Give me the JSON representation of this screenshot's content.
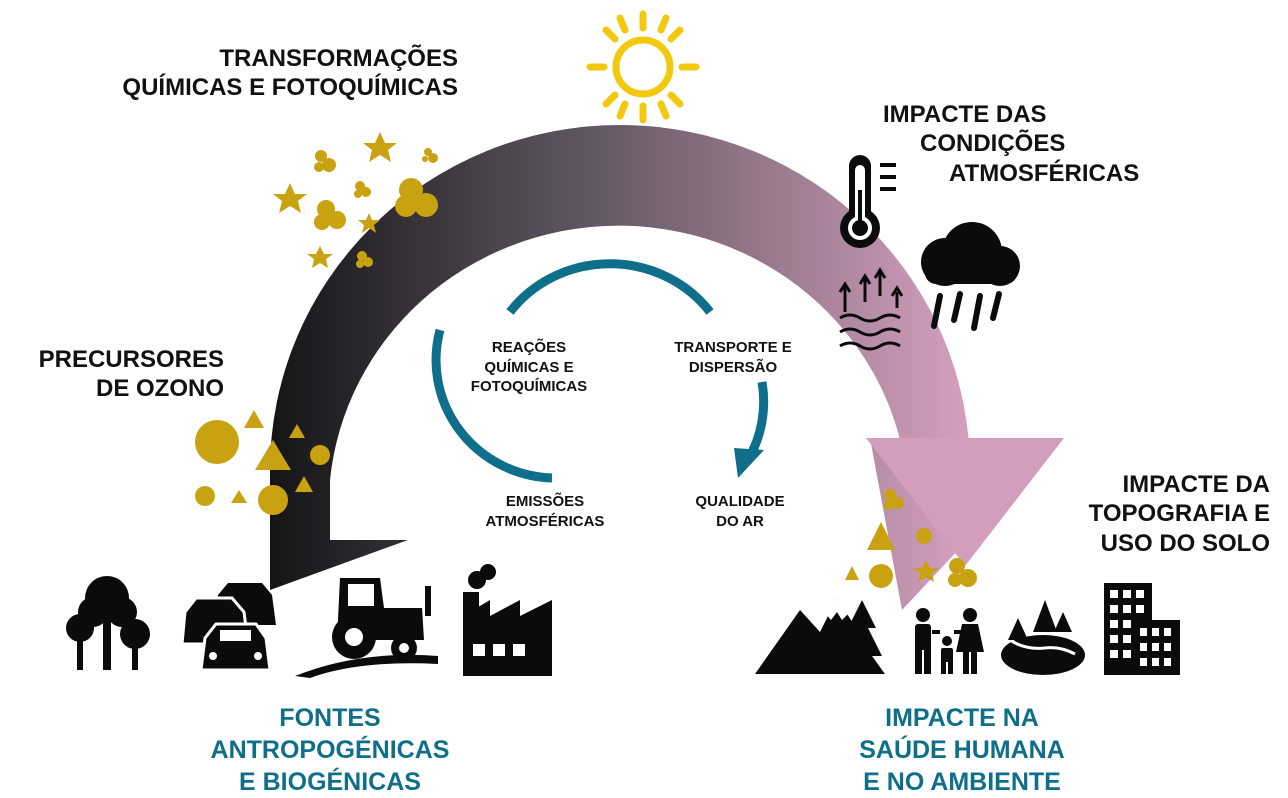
{
  "labels": {
    "transformacoes": [
      "TRANSFORMAÇÕES",
      "QUÍMICAS E FOTOQUÍMICAS"
    ],
    "impacte_condicoes": [
      "IMPACTE DAS",
      "CONDIÇÕES",
      "ATMOSFÉRICAS"
    ],
    "precursores": [
      "PRECURSORES",
      "DE OZONO"
    ],
    "impacte_topografia": [
      "IMPACTE DA",
      "TOPOGRAFIA E",
      "USO DO SOLO"
    ],
    "fontes": [
      "FONTES",
      "ANTROPOGÉNICAS",
      "E BIOGÉNICAS"
    ],
    "impacte_saude": [
      "IMPACTE NA",
      "SAÚDE HUMANA",
      "E NO AMBIENTE"
    ]
  },
  "cycle": {
    "reacoes": [
      "REAÇÕES",
      "QUÍMICAS E",
      "FOTOQUÍMICAS"
    ],
    "transporte": [
      "TRANSPORTE E",
      "DISPERSÃO"
    ],
    "emissoes": [
      "EMISSÕES",
      "ATMOSFÉRICAS"
    ],
    "qualidade": [
      "QUALIDADE",
      "DO AR"
    ]
  },
  "colors": {
    "arc_start": "#141416",
    "arc_mid": "#5e5560",
    "arc_end": "#d39ebd",
    "particles": "#c9a212",
    "sun": "#f3c90f",
    "cycle": "#0f6f8a",
    "icons": "#0b0b0b"
  },
  "icons": {
    "top": "sun-icon",
    "atmos": [
      "thermometer-icon",
      "rain-cloud-icon",
      "evaporation-icon"
    ],
    "sources": [
      "trees-icon",
      "cars-icon",
      "tractor-icon",
      "factory-icon"
    ],
    "impacts": [
      "mountains-icon",
      "family-icon",
      "lake-icon",
      "buildings-icon"
    ]
  }
}
